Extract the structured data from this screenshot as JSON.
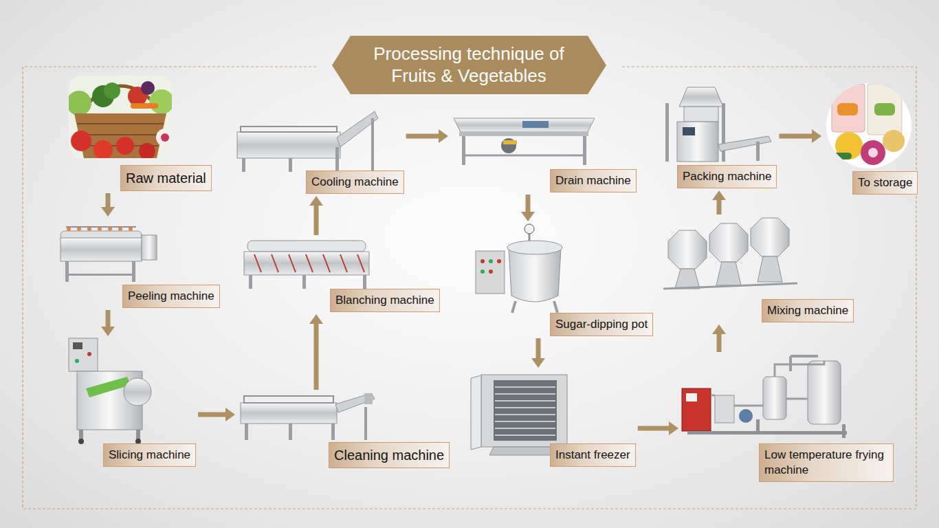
{
  "diagram": {
    "title": "Processing technique of Fruits & Vegetables",
    "nodes": [
      {
        "text": [
          "Raw material"
        ]
      },
      {
        "text": [
          "Peeling machine"
        ]
      },
      {
        "text": [
          "Slicing machine"
        ]
      },
      {
        "text": [
          "Cleaning machine"
        ]
      },
      {
        "text": [
          "Blanching machine"
        ]
      },
      {
        "text": [
          "Cooling machine"
        ]
      },
      {
        "text": [
          "Drain machine"
        ]
      },
      {
        "text": [
          "Sugar-dipping pot"
        ]
      },
      {
        "text": [
          "Instant freezer"
        ]
      },
      {
        "text": [
          "Low temperature frying machine"
        ]
      },
      {
        "text": [
          "Mixing machine"
        ]
      },
      {
        "text": [
          "Packing machine"
        ]
      },
      {
        "text": [
          "To storage"
        ]
      }
    ],
    "edges": [
      {
        "from": 0,
        "to": 1,
        "arrow": "to"
      },
      {
        "from": 1,
        "to": 2,
        "arrow": "to"
      },
      {
        "from": 2,
        "to": 3,
        "arrow": "to"
      },
      {
        "from": 3,
        "to": 4,
        "arrow": "to"
      },
      {
        "from": 4,
        "to": 5,
        "arrow": "to"
      },
      {
        "from": 5,
        "to": 6,
        "arrow": "to"
      },
      {
        "from": 6,
        "to": 7,
        "arrow": "to"
      },
      {
        "from": 7,
        "to": 8,
        "arrow": "to"
      },
      {
        "from": 8,
        "to": 9,
        "arrow": "to"
      },
      {
        "from": 9,
        "to": 10,
        "arrow": "to"
      },
      {
        "from": 10,
        "to": 11,
        "arrow": "to"
      },
      {
        "from": 11,
        "to": 12,
        "arrow": "to"
      }
    ]
  }
}
